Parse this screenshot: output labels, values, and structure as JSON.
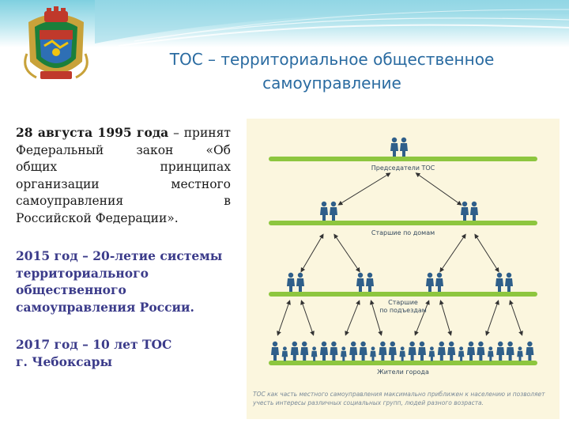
{
  "header": {
    "title_line1": "ТОС – территориальное общественное",
    "title_line2": "самоуправление"
  },
  "left": {
    "p1_bold": "28 августа 1995 года",
    "p1_lines": [
      "– принят",
      "Федеральный закон «Об",
      "общих принципах",
      "организации местного",
      "самоуправления в"
    ],
    "p1_last": "Российской Федерации».",
    "p2": "2015 год – 20-летие системы территориального общественного самоуправления России.",
    "p3_line1": "2017 год – 10 лет ТОС",
    "p3_line2": "г. Чебоксары"
  },
  "diagram": {
    "level1": "Председатели ТОС",
    "level2": "Старшие по домам",
    "level3_line1": "Старшие",
    "level3_line2": "по подъездам",
    "level4": "Жители города",
    "caption": "ТОС как часть местного самоуправления максимально приближен к населению и позволяет учесть интересы различных социальных групп, людей разного возраста."
  },
  "colors": {
    "title": "#2a6ba1",
    "accent_text": "#3b3b8a",
    "bar_green": "#8dc63f",
    "figure_blue": "#2f5f8a",
    "diagram_bg": "#fbf6de"
  }
}
